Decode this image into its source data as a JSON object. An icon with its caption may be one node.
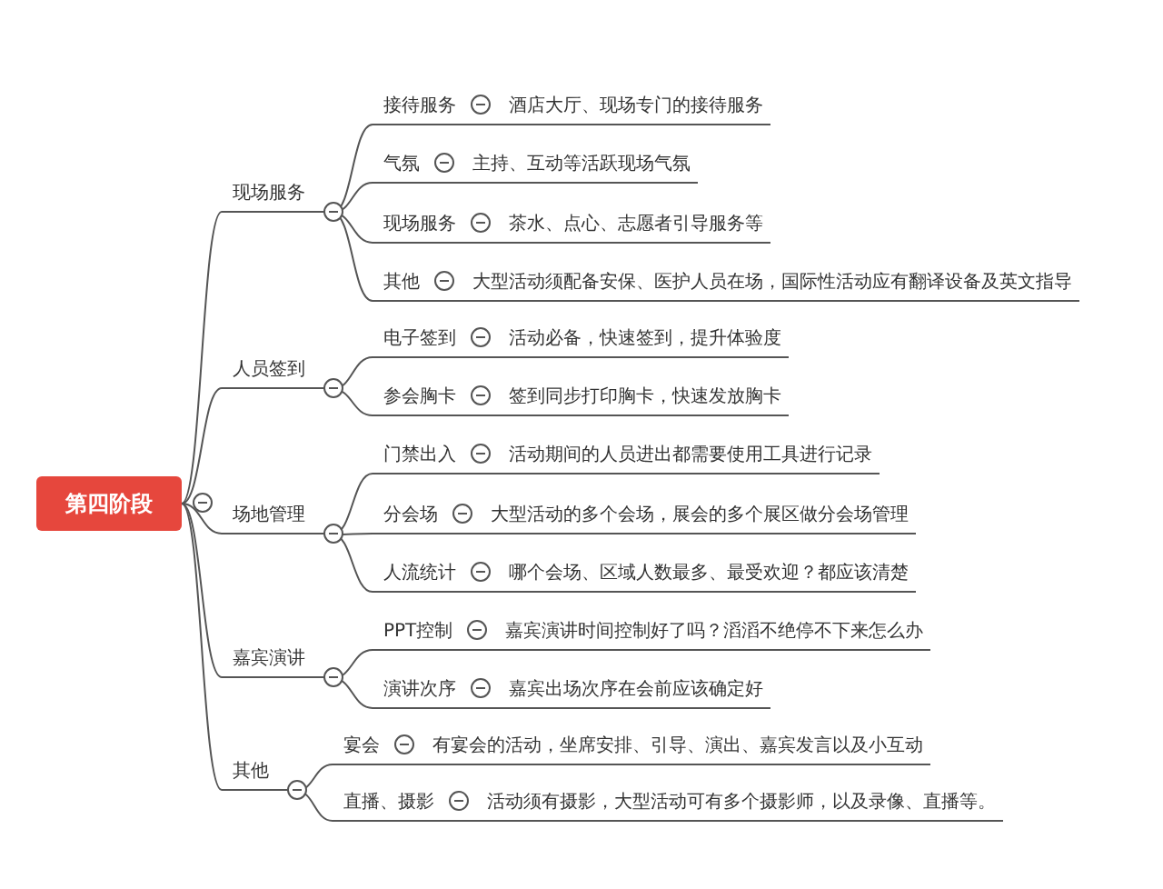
{
  "diagram": {
    "nodes": [
      {
        "text": [
          "第四阶段"
        ]
      },
      {
        "text": [
          "现场服务"
        ]
      },
      {
        "text": [
          "接待服务",
          "酒店大厅、现场专门的接待服务"
        ]
      },
      {
        "text": [
          "气氛",
          "主持、互动等活跃现场气氛"
        ]
      },
      {
        "text": [
          "现场服务",
          "茶水、点心、志愿者引导服务等"
        ]
      },
      {
        "text": [
          "其他",
          "大型活动须配备安保、医护人员在场，国际性活动应有翻译设备及英文指导"
        ]
      },
      {
        "text": [
          "人员签到"
        ]
      },
      {
        "text": [
          "电子签到",
          "活动必备，快速签到，提升体验度"
        ]
      },
      {
        "text": [
          "参会胸卡",
          "签到同步打印胸卡，快速发放胸卡"
        ]
      },
      {
        "text": [
          "场地管理"
        ]
      },
      {
        "text": [
          "门禁出入",
          "活动期间的人员进出都需要使用工具进行记录"
        ]
      },
      {
        "text": [
          "分会场",
          "大型活动的多个会场，展会的多个展区做分会场管理"
        ]
      },
      {
        "text": [
          "人流统计",
          "哪个会场、区域人数最多、最受欢迎？都应该清楚"
        ]
      },
      {
        "text": [
          "嘉宾演讲"
        ]
      },
      {
        "text": [
          "PPT控制",
          "嘉宾演讲时间控制好了吗？滔滔不绝停不下来怎么办"
        ]
      },
      {
        "text": [
          "演讲次序",
          "嘉宾出场次序在会前应该确定好"
        ]
      },
      {
        "text": [
          "其他"
        ]
      },
      {
        "text": [
          "宴会",
          "有宴会的活动，坐席安排、引导、演出、嘉宾发言以及小互动"
        ]
      },
      {
        "text": [
          "直播、摄影",
          "活动须有摄影，大型活动可有多个摄影师，以及录像、直播等。"
        ]
      }
    ],
    "edges": [
      {
        "from": 0,
        "to": 1,
        "arrow": "none"
      },
      {
        "from": 1,
        "to": 2,
        "arrow": "none"
      },
      {
        "from": 1,
        "to": 3,
        "arrow": "none"
      },
      {
        "from": 1,
        "to": 4,
        "arrow": "none"
      },
      {
        "from": 1,
        "to": 5,
        "arrow": "none"
      },
      {
        "from": 0,
        "to": 6,
        "arrow": "none"
      },
      {
        "from": 6,
        "to": 7,
        "arrow": "none"
      },
      {
        "from": 6,
        "to": 8,
        "arrow": "none"
      },
      {
        "from": 0,
        "to": 9,
        "arrow": "none"
      },
      {
        "from": 9,
        "to": 10,
        "arrow": "none"
      },
      {
        "from": 9,
        "to": 11,
        "arrow": "none"
      },
      {
        "from": 9,
        "to": 12,
        "arrow": "none"
      },
      {
        "from": 0,
        "to": 13,
        "arrow": "none"
      },
      {
        "from": 13,
        "to": 14,
        "arrow": "none"
      },
      {
        "from": 13,
        "to": 15,
        "arrow": "none"
      },
      {
        "from": 0,
        "to": 16,
        "arrow": "none"
      },
      {
        "from": 16,
        "to": 17,
        "arrow": "none"
      },
      {
        "from": 16,
        "to": 18,
        "arrow": "none"
      }
    ]
  }
}
